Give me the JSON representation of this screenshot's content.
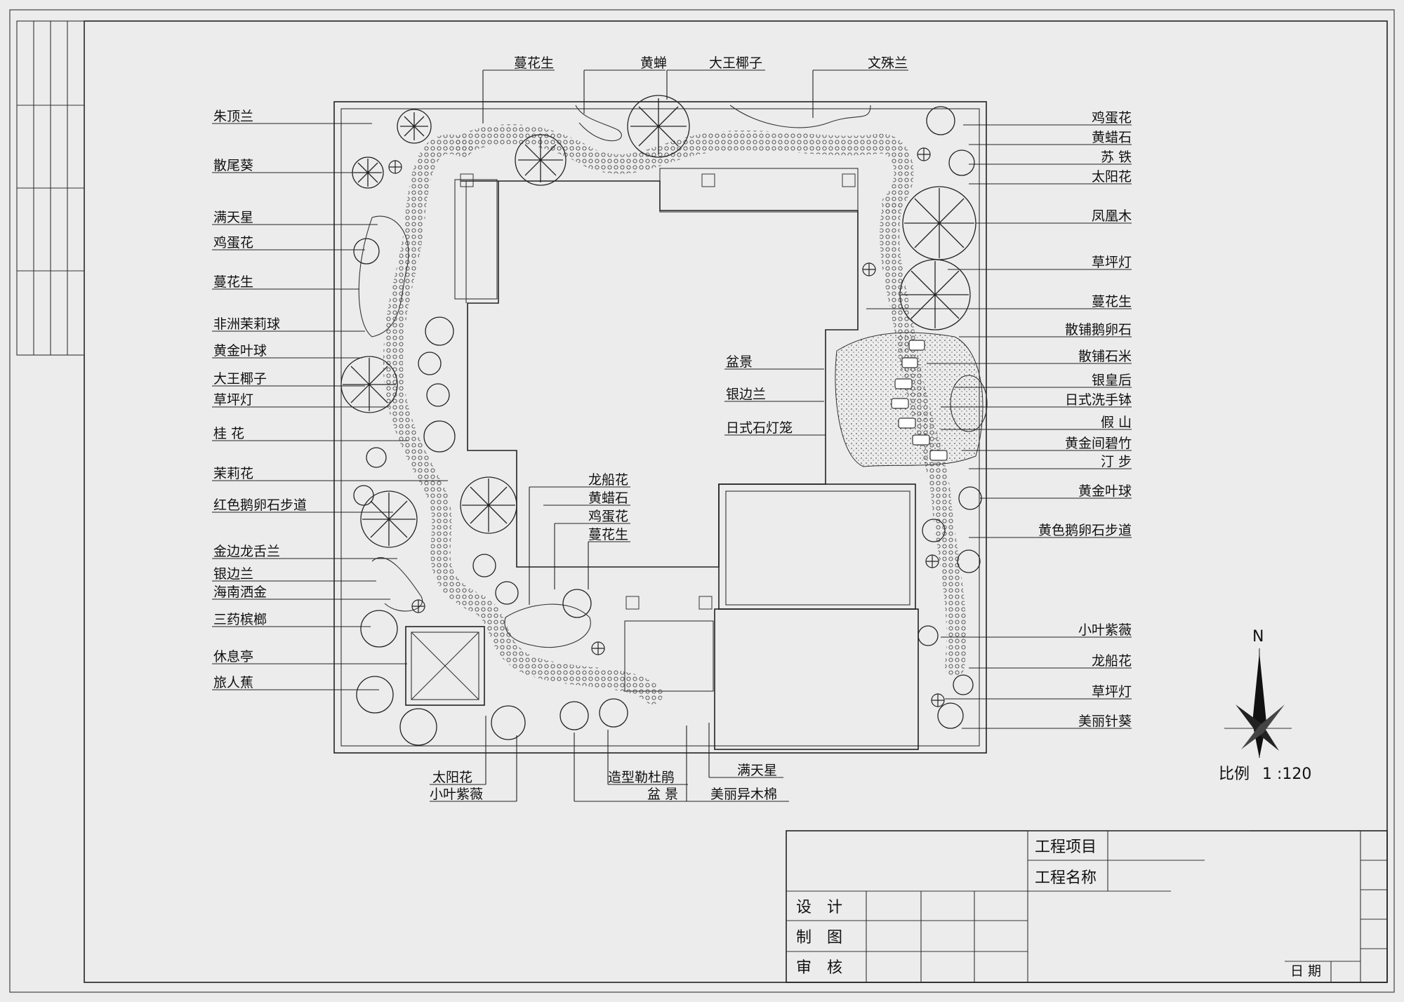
{
  "labels_left": [
    "朱顶兰",
    "散尾葵",
    "满天星",
    "鸡蛋花",
    "蔓花生",
    "非洲茉莉球",
    "黄金叶球",
    "大王椰子",
    "草坪灯",
    "桂 花",
    "茉莉花",
    "红色鹅卵石步道",
    "金边龙舌兰",
    "银边兰",
    "海南洒金",
    "三药槟榔",
    "休息亭",
    "旅人蕉"
  ],
  "labels_top": [
    "蔓花生",
    "黄蝉",
    "大王椰子",
    "文殊兰"
  ],
  "labels_right": [
    "鸡蛋花",
    "黄蜡石",
    "苏 铁",
    "太阳花",
    "凤凰木",
    "草坪灯",
    "蔓花生",
    "散铺鹅卵石",
    "散铺石米",
    "银皇后",
    "日式洗手钵",
    "假 山",
    "黄金间碧竹",
    "汀 步",
    "黄金叶球",
    "黄色鹅卵石步道",
    "小叶紫薇",
    "龙船花",
    "草坪灯",
    "美丽针葵"
  ],
  "labels_center_left": [
    "龙船花",
    "黄蜡石",
    "鸡蛋花",
    "蔓花生"
  ],
  "labels_center_right": [
    "盆景",
    "银边兰",
    "日式石灯笼"
  ],
  "labels_bottom": [
    "太阳花",
    "小叶紫薇",
    "造型勒杜鹃",
    "盆 景",
    "满天星",
    "美丽异木棉"
  ],
  "compass": {
    "north": "N",
    "scale_label": "比例",
    "scale_value": "1 :120"
  },
  "title_block": {
    "project_item": "工程项目",
    "project_name": "工程名称",
    "design": "设　计",
    "drafting": "制　图",
    "review": "审　核",
    "date": "日 期"
  }
}
